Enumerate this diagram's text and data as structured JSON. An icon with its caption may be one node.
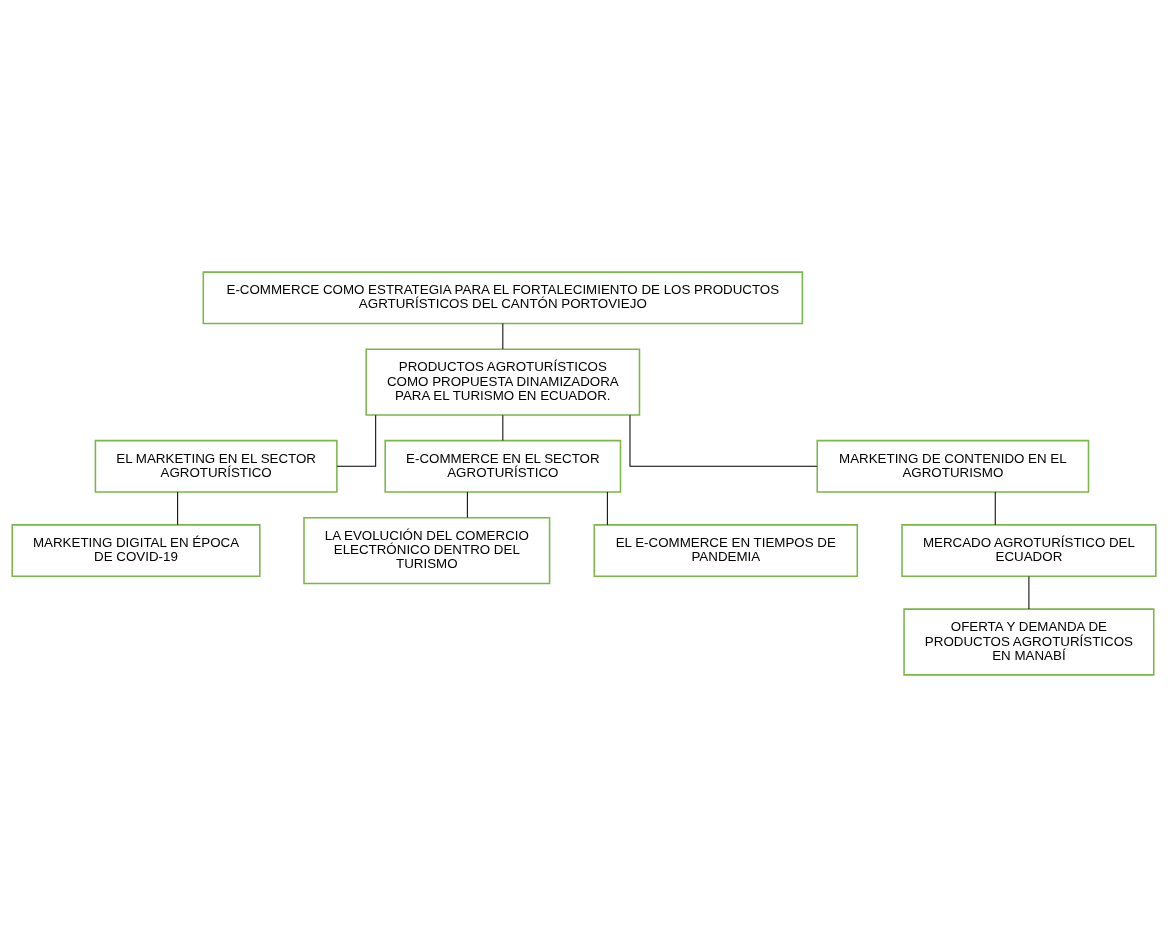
{
  "diagram": {
    "nodes": [
      {
        "text": [
          "E-COMMERCE COMO ESTRATEGIA PARA EL FORTALECIMIENTO DE LOS PRODUCTOS AGRTURÍSTICOS DEL CANTÓN PORTOVIEJO"
        ]
      },
      {
        "text": [
          "PRODUCTOS AGROTURÍSTICOS COMO PROPUESTA DINAMIZADORA PARA EL TURISMO EN ECUADOR."
        ]
      },
      {
        "text": [
          "EL MARKETING EN EL SECTOR AGROTURÍSTICO"
        ]
      },
      {
        "text": [
          "E-COMMERCE EN EL SECTOR AGROTURÍSTICO"
        ]
      },
      {
        "text": [
          "LA EVOLUCIÓN DEL COMERCIO ELECTRÓNICO DENTRO DEL TURISMO"
        ]
      },
      {
        "text": [
          "MARKETING DIGITAL EN ÉPOCA DE COVID-19"
        ]
      },
      {
        "text": [
          "EL E-COMMERCE EN TIEMPOS DE PANDEMIA"
        ]
      },
      {
        "text": [
          "MARKETING DE CONTENIDO EN EL AGROTURISMO"
        ]
      },
      {
        "text": [
          "MERCADO AGROTURÍSTICO DEL ECUADOR"
        ]
      },
      {
        "text": [
          "OFERTA Y DEMANDA DE PRODUCTOS AGROTURÍSTICOS EN MANABÍ"
        ]
      }
    ],
    "edges": [
      {
        "from": 0,
        "to": 1,
        "arrow": "none"
      },
      {
        "from": 1,
        "to": 2,
        "arrow": "none"
      },
      {
        "from": 1,
        "to": 3,
        "arrow": "none"
      },
      {
        "from": 3,
        "to": 4,
        "arrow": "none"
      },
      {
        "from": 2,
        "to": 5,
        "arrow": "none"
      },
      {
        "from": 3,
        "to": 6,
        "arrow": "none"
      },
      {
        "from": 1,
        "to": 7,
        "arrow": "none"
      },
      {
        "from": 7,
        "to": 8,
        "arrow": "none"
      },
      {
        "from": 8,
        "to": 9,
        "arrow": "none"
      }
    ]
  }
}
